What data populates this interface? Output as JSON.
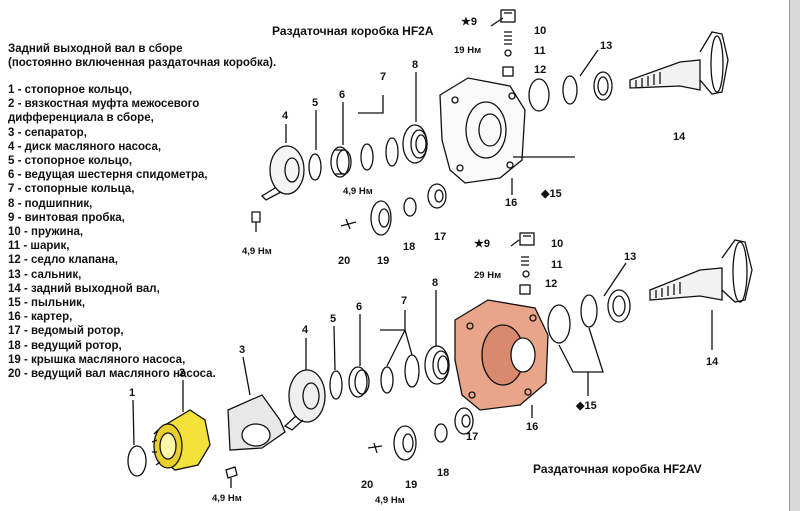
{
  "titles": {
    "top": "Раздаточная коробка HF2A",
    "bottom": "Раздаточная коробка HF2AV"
  },
  "heading": [
    "Задний выходной вал в сборе",
    "(постоянно включенная раздаточная коробка)."
  ],
  "legend": [
    "1 - стопорное кольцо,",
    "2 - вязкостная муфта межосевого",
    "дифференциала в сборе,",
    "3 - сепаратор,",
    "4 - диск масляного насоса,",
    "5 - стопорное кольцо,",
    "6 - ведущая шестерня спидометра,",
    "7 - стопорные кольца,",
    "8 - подшипник,",
    "9 - винтовая пробка,",
    "10 - пружина,",
    "11 - шарик,",
    "12 - седло клапана,",
    "13 - сальник,",
    "14 - задний выходной вал,",
    "15 - пыльник,",
    "16 - картер,",
    "17 - ведомый ротор,",
    "18 - ведущий ротор,",
    "19 - крышка масляного насоса,",
    "20 - ведущий вал масляного насоса."
  ],
  "callouts_top": {
    "n4": "4",
    "n5": "5",
    "n6": "6",
    "n7": "7",
    "n8": "8",
    "n9": "★9",
    "n10": "10",
    "n11": "11",
    "n12": "12",
    "n13": "13",
    "n14": "14",
    "n15": "◆15",
    "n16": "16",
    "n17": "17",
    "n18": "18",
    "n19": "19",
    "n20": "20"
  },
  "torques_top": {
    "t9": "19 Нм",
    "t_pump": "4,9 Нм",
    "t_bolt": "4,9 Нм"
  },
  "callouts_bottom": {
    "n1": "1",
    "n2": "2",
    "n3": "3",
    "n4": "4",
    "n5": "5",
    "n6": "6",
    "n7": "7",
    "n8": "8",
    "n9": "★9",
    "n10": "10",
    "n11": "11",
    "n12": "12",
    "n13": "13",
    "n14": "14",
    "n15": "◆15",
    "n16": "16",
    "n17": "17",
    "n18": "18",
    "n19": "19",
    "n20": "20"
  },
  "torques_bottom": {
    "t9": "29 Нм",
    "t_pump": "4,9 Нм",
    "t_bolt": "4,9 Нм"
  },
  "colors": {
    "viscous_coupling": "#f4e23a",
    "case_bottom": "#e8a58a",
    "ink": "#111111"
  }
}
